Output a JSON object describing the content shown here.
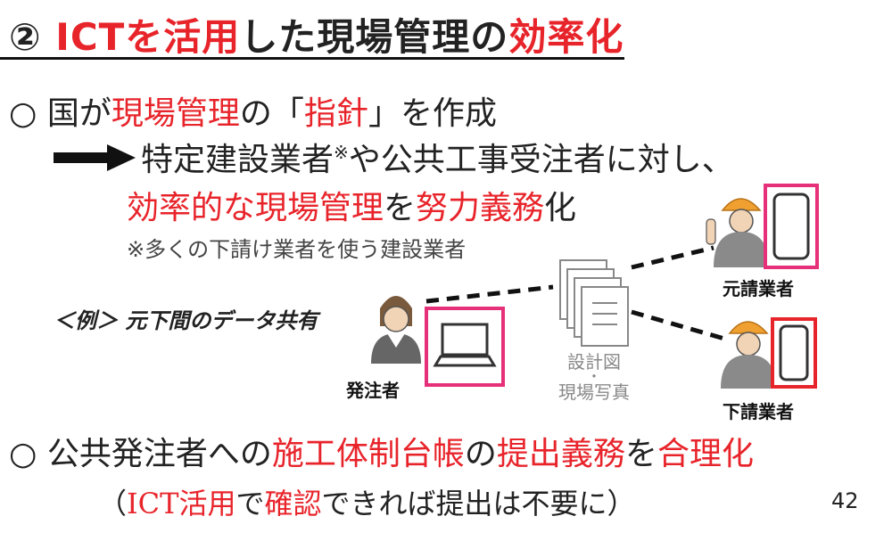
{
  "title": {
    "num": "②",
    "p1": "ICTを活用",
    "p2": "した現場管理の",
    "p3": "効率化"
  },
  "bullet1": {
    "mark": "○",
    "p1": "国が",
    "p2": "現場管理",
    "p3": "の「",
    "p4": "指針",
    "p5": "」を作成"
  },
  "arrow_line": {
    "text": "特定建設業者",
    "sup": "※",
    "rest": "や公共工事受注者に対し、"
  },
  "line3": {
    "p1": "効率的な現場管理",
    "p2": "を",
    "p3": "努力義務",
    "p4": "化"
  },
  "note": "※多くの下請け業者を使う建設業者",
  "example_label": "＜例＞ 元下間のデータ共有",
  "roles": {
    "orderer": "発注者",
    "prime": "元請業者",
    "sub": "下請業者"
  },
  "documents": {
    "line1": "設計図",
    "dot": "・",
    "line2": "現場写真"
  },
  "bullet2": {
    "mark": "○",
    "p1": "公共発注者への",
    "p2": "施工体制台帳",
    "p3": "の",
    "p4": "提出義務",
    "p5": "を",
    "p6": "合理化"
  },
  "paren": {
    "open": "（",
    "p1": "ICT活用",
    "p2": "で",
    "p3": "確認",
    "p4": "できれば提出は不要に）"
  },
  "page_number": "42",
  "colors": {
    "accent_red": "#e8242b",
    "device_frame": "#e6317a",
    "text": "#222222"
  },
  "icons": [
    "person-icon",
    "laptop-icon",
    "smartphone-icon",
    "documents-icon",
    "arrow-right-icon"
  ]
}
